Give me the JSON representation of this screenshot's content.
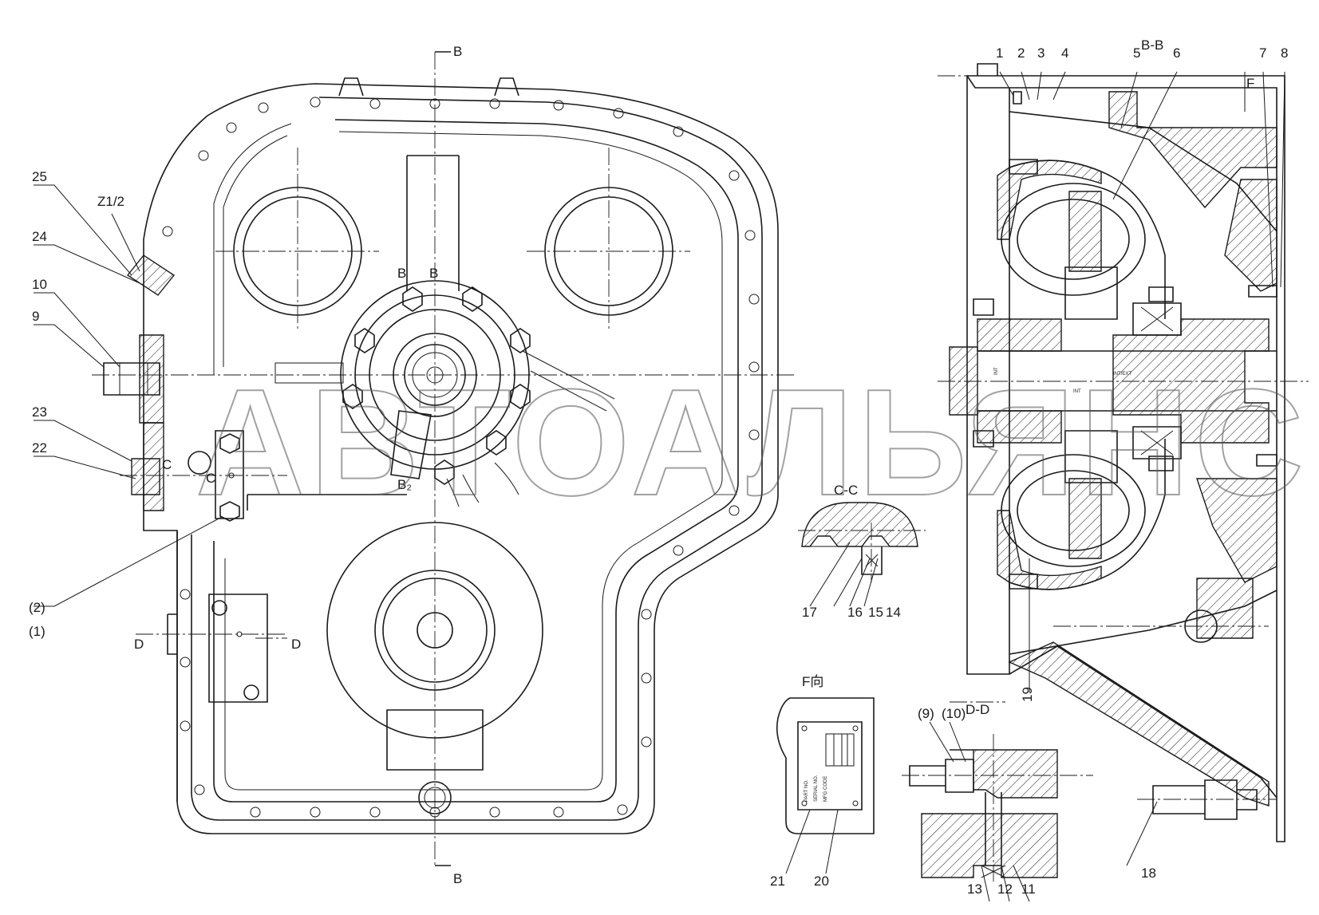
{
  "section_labels": {
    "bb_top": "B",
    "bb_bottom": "B",
    "bb_title": "B-B",
    "cc_title": "C-C",
    "dd_title": "D-D",
    "f_view": "F向",
    "f_mark": "F",
    "d_left": "D",
    "d_right": "D",
    "b_small1": "B",
    "b_small2": "B",
    "c_small1": "C",
    "c_small2": "C",
    "b2_small": "B₂",
    "thread": "Z1/2"
  },
  "callouts": {
    "n1": "1",
    "n2": "2",
    "n3": "3",
    "n4": "4",
    "n5": "5",
    "n6": "6",
    "n7": "7",
    "n8": "8",
    "n9": "9",
    "n10": "10",
    "n11": "11",
    "n12": "12",
    "n13": "13",
    "n14": "14",
    "n15": "15",
    "n16": "16",
    "n17": "17",
    "n18": "18",
    "n19": "19",
    "n20": "20",
    "n21": "21",
    "n22": "22",
    "n23": "23",
    "n24": "24",
    "n25": "25",
    "p1": "(1)",
    "p2": "(2)",
    "p9": "(9)",
    "p10": "(10)"
  },
  "nameplate": {
    "line1": "PART NO.",
    "line2": "SERIAL NO.",
    "line3": "MFG CODE"
  },
  "watermark": "АВТОАЛЬЯНС"
}
